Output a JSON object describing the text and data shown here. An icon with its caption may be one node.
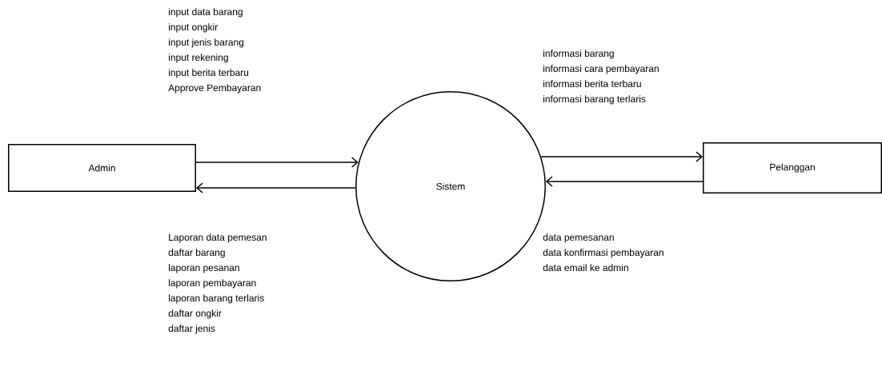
{
  "diagram": {
    "nodes": [
      {
        "text": [
          "Admin"
        ]
      },
      {
        "text": [
          "Sistem"
        ]
      },
      {
        "text": [
          "Pelanggan"
        ]
      }
    ],
    "edges": [
      {
        "from": 0,
        "to": 1,
        "arrow": "to",
        "label": [
          "input data barang",
          "input ongkir",
          "input jenis barang",
          "input rekening",
          "input berita terbaru",
          "Approve Pembayaran"
        ]
      },
      {
        "from": 1,
        "to": 0,
        "arrow": "to",
        "label": [
          "Laporan data pemesan",
          "daftar barang",
          "laporan pesanan",
          "laporan pembayaran",
          "laporan barang terlaris",
          "daftar ongkir",
          "daftar jenis"
        ]
      },
      {
        "from": 1,
        "to": 2,
        "arrow": "to",
        "label": [
          "informasi barang",
          "informasi cara pembayaran",
          "informasi berita terbaru",
          "informasi barang terlaris"
        ]
      },
      {
        "from": 2,
        "to": 1,
        "arrow": "to",
        "label": [
          "data pemesanan",
          "data konfirmasi pembayaran",
          "data email ke admin"
        ]
      }
    ]
  }
}
